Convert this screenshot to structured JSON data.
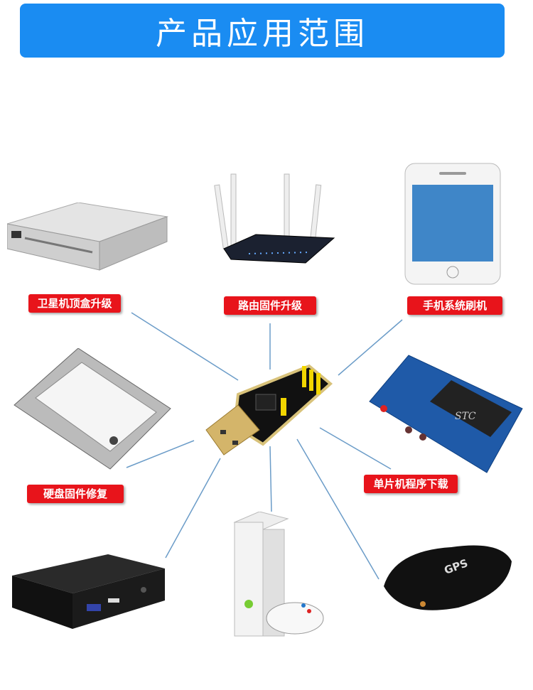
{
  "header": {
    "title": "产品应用范围"
  },
  "labels": {
    "set_top_box": "卫星机顶盒升级",
    "router": "路由固件升级",
    "phone": "手机系统刷机",
    "hard_disk": "硬盘固件修复",
    "mcu": "单片机程序下载"
  },
  "devices": {
    "mcu_chip": "STC",
    "gps": "GPS"
  },
  "colors": {
    "header": "#1a8cf2",
    "label": "#e8141b",
    "line": "#6b9cc8"
  }
}
